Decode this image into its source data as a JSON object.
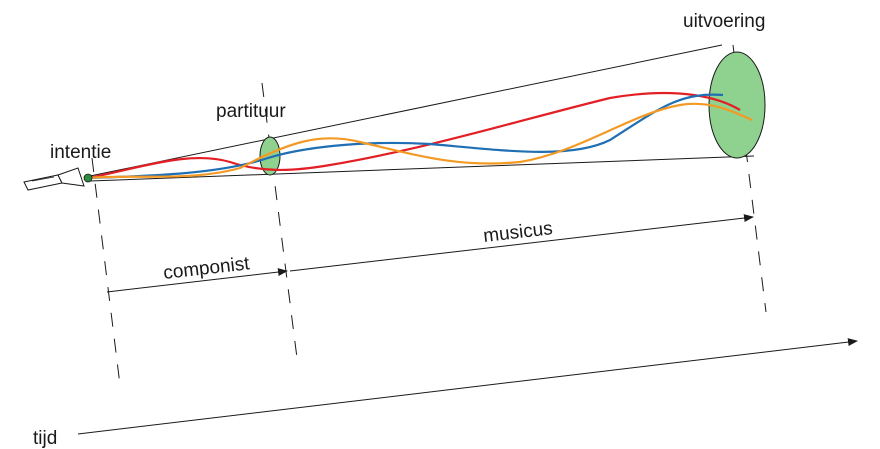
{
  "labels": {
    "intention": "intentie",
    "score": "partituur",
    "performance": "uitvoering",
    "composer": "componist",
    "musician": "musicus",
    "time": "tijd"
  },
  "colors": {
    "red_line": "#e31f26",
    "blue_line": "#1f6fb4",
    "orange_line": "#f39a24",
    "disc_fill": "#8fd18f",
    "disc_dark": "#2e8b3d"
  }
}
